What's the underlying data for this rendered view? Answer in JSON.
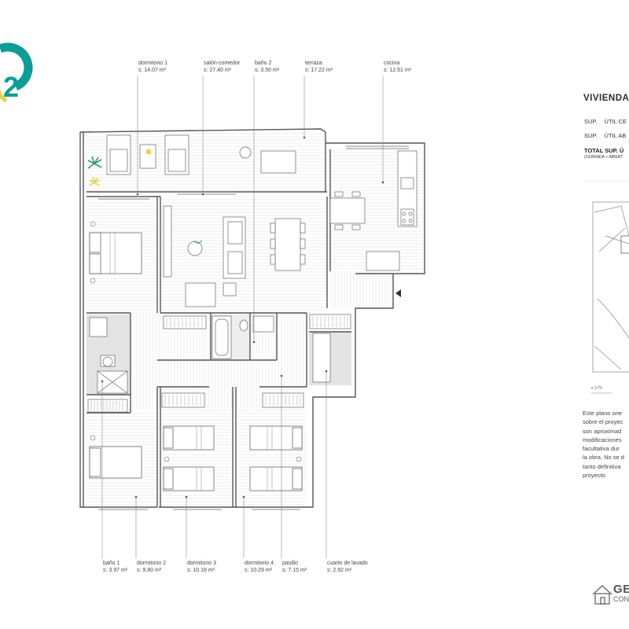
{
  "logo_digit": "2",
  "colors": {
    "logo_teal": "#0b9e96",
    "logo_yellow": "#e4d34a",
    "plan_line": "#555555",
    "room_fill": "#e3e3e3",
    "heading_dark": "#2b2b2b"
  },
  "rooms_top": [
    {
      "name": "dormitorio 1",
      "area": "s: 14.07 m²"
    },
    {
      "name": "salón-comedor",
      "area": "s: 27.40 m²"
    },
    {
      "name": "baño 2",
      "area": "s: 3.50 m²"
    },
    {
      "name": "terraza",
      "area": "s: 17.22 m²"
    },
    {
      "name": "cocina",
      "area": "s: 12.51 m²"
    }
  ],
  "rooms_bottom": [
    {
      "name": "baño 1",
      "area": "s: 3.97 m²"
    },
    {
      "name": "dormitorio 2",
      "area": "s: 9.80 m²"
    },
    {
      "name": "dormitorio 3",
      "area": "s: 10.16 m²"
    },
    {
      "name": "dormitorio 4",
      "area": "s: 10.29 m²"
    },
    {
      "name": "pasillo",
      "area": "s: 7.15 m²"
    },
    {
      "name": "cuarto de lavado",
      "area": "s: 2.92 m²"
    }
  ],
  "panel": {
    "heading": "VIVIENDA",
    "sup_closed_prefix": "SUP.",
    "sup_closed_text": "ÚTIL CE",
    "sup_open_prefix": "SUP.",
    "sup_open_text": "ÚTIL AB",
    "total_label": "TOTAL SUP. Ú",
    "total_sub": "(CERRADA + ABIERT",
    "scale": "e 1/75",
    "note_lines": [
      "Este plano orie",
      "sobre el proyec",
      "son aproximad",
      "modificaciones",
      "facultativa dur",
      "la obra. No se d",
      "tanto definitiva",
      "proyecto."
    ]
  },
  "brand": {
    "name": "GE",
    "sub": "CON"
  }
}
